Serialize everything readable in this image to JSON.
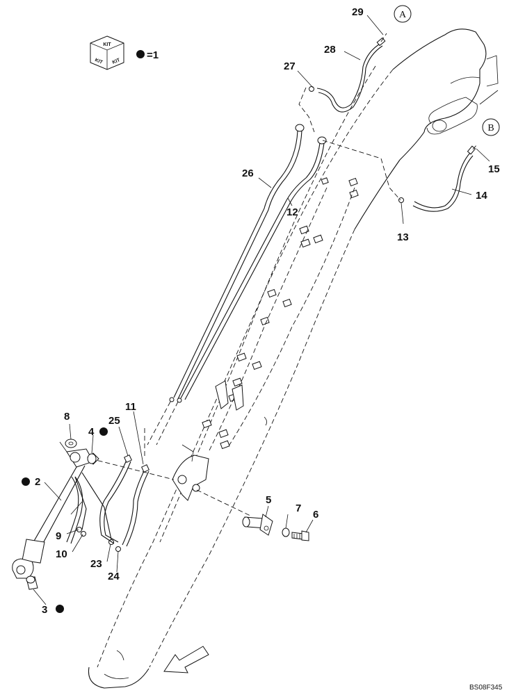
{
  "kit_legend": {
    "icon_lines": [
      "KIT",
      "KIT",
      "KIT"
    ],
    "equals_text": "=1"
  },
  "references": {
    "a": "A",
    "b": "B"
  },
  "callouts": {
    "p2": "2",
    "p3": "3",
    "p4": "4",
    "p5": "5",
    "p6": "6",
    "p7": "7",
    "p8": "8",
    "p9": "9",
    "p10": "10",
    "p11": "11",
    "p12": "12",
    "p13": "13",
    "p14": "14",
    "p15": "15",
    "p23": "23",
    "p24": "24",
    "p25": "25",
    "p26": "26",
    "p27": "27",
    "p28": "28",
    "p29": "29"
  },
  "kit_marked_parts": [
    "2",
    "3",
    "4"
  ],
  "drawing_code": "BS08F345",
  "colors": {
    "line": "#111111",
    "background": "#ffffff"
  },
  "icons": {
    "direction": "arrow-down-left-icon",
    "kit": "kit-box-icon"
  }
}
